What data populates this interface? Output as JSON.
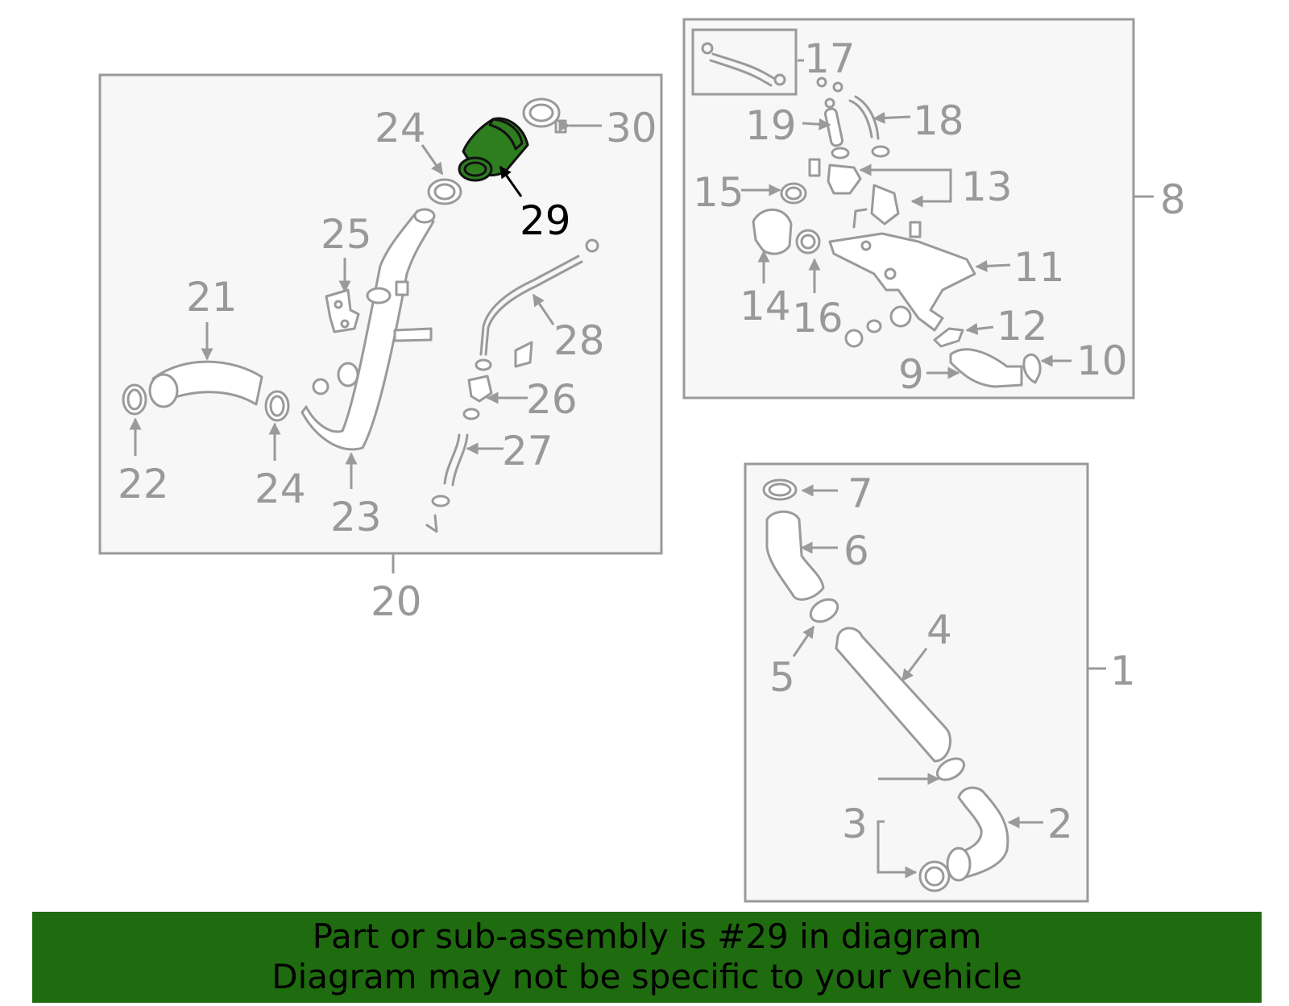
{
  "diagram": {
    "highlight_color": "#2e7d1f",
    "line_color": "#9a9a9a",
    "labels": {
      "l1": "1",
      "l2": "2",
      "l3": "3",
      "l4": "4",
      "l5": "5",
      "l6": "6",
      "l7": "7",
      "l8": "8",
      "l9": "9",
      "l10": "10",
      "l11": "11",
      "l12": "12",
      "l13": "13",
      "l14": "14",
      "l15": "15",
      "l16": "16",
      "l17": "17",
      "l18": "18",
      "l19": "19",
      "l20": "20",
      "l21": "21",
      "l22": "22",
      "l23": "23",
      "l24a": "24",
      "l24b": "24",
      "l25": "25",
      "l26": "26",
      "l27": "27",
      "l28": "28",
      "l29": "29",
      "l30": "30"
    }
  },
  "banner": {
    "line1": "Part or sub-assembly is #29 in diagram",
    "line2": "Diagram may not be specific to your vehicle",
    "background": "#1f6b0f"
  }
}
